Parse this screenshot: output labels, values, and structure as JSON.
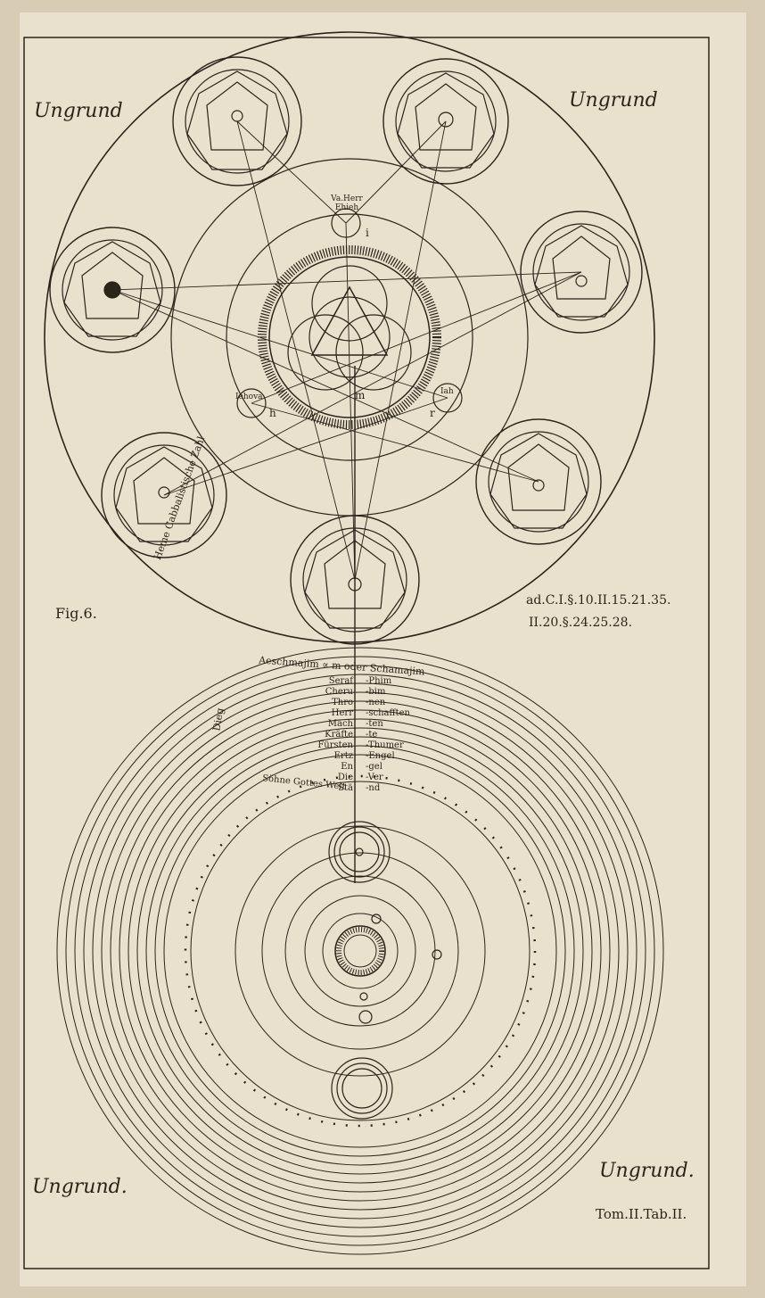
{
  "corners": {
    "top_left": "Ungrund",
    "top_right": "Ungrund",
    "bottom_left": "Ungrund.",
    "bottom_right": "Ungrund."
  },
  "figure_label": "Fig.6.",
  "reference": {
    "line1": "ad.C.I.§.10.II.15.21.35.",
    "line2": "II.20.§.24.25.28."
  },
  "plate_number": "Tom.II.Tab.II.",
  "upper_diagram": {
    "node_top": "Va.Herr Ehieh",
    "node_left": "Iehova",
    "node_right": "Iah",
    "node_letters": {
      "top": "i",
      "left": "h",
      "right": "r",
      "center": "m"
    },
    "side_caption": "Heme Cabbalistische Zahl"
  },
  "lower_diagram": {
    "header": "Aeschmajim ∝ m oder Schamajim",
    "left_words": [
      "Seraf",
      "Cheru",
      "Thro",
      "Herr",
      "Mäch",
      "Kräfte",
      "Fürsten",
      "Ertz",
      "En",
      "Die",
      "Stä"
    ],
    "right_words": [
      "-Phim",
      "-bim",
      "-nen",
      "-schafften",
      "-ten",
      "-te",
      "-Thumer",
      "-Engel",
      "-gel",
      "-Ver",
      "-nd"
    ],
    "bottom_line": "Söhne Gottes  Welt",
    "left_vertical": "Dieg"
  }
}
